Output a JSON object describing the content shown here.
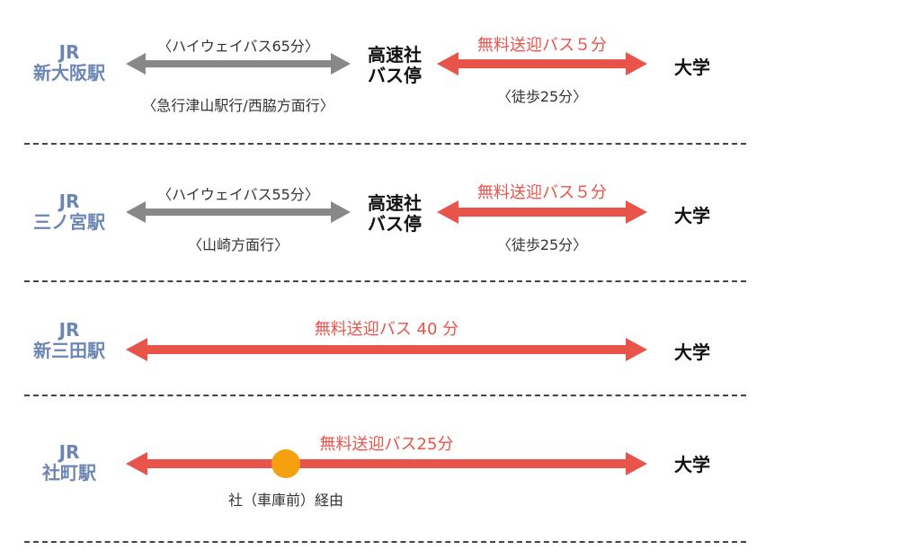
{
  "colors": {
    "station": "#6b86b3",
    "walk_arrow": "#e8534a",
    "highway_arrow": "#888888",
    "via_dot": "#f5a00f",
    "divider": "#444444"
  },
  "routes": [
    {
      "station_line1": "JR",
      "station_line2": "新大阪駅",
      "highway_label": "〈ハイウェイバス65分〉",
      "highway_note": "〈急行津山駅行/西脇方面行〉",
      "stop_line1": "高速社",
      "stop_line2": "バス停",
      "shuttle_label": "無料送迎バス５分",
      "walk_note": "〈徒歩25分〉",
      "destination": "大学"
    },
    {
      "station_line1": "JR",
      "station_line2": "三ノ宮駅",
      "highway_label": "〈ハイウェイバス55分〉",
      "highway_note": "〈山崎方面行〉",
      "stop_line1": "高速社",
      "stop_line2": "バス停",
      "shuttle_label": "無料送迎バス５分",
      "walk_note": "〈徒歩25分〉",
      "destination": "大学"
    },
    {
      "station_line1": "JR",
      "station_line2": "新三田駅",
      "shuttle_label": "無料送迎バス 40 分",
      "destination": "大学"
    },
    {
      "station_line1": "JR",
      "station_line2": "社町駅",
      "shuttle_label": "無料送迎バス25分",
      "via_note": "社（車庫前）経由",
      "destination": "大学"
    }
  ]
}
